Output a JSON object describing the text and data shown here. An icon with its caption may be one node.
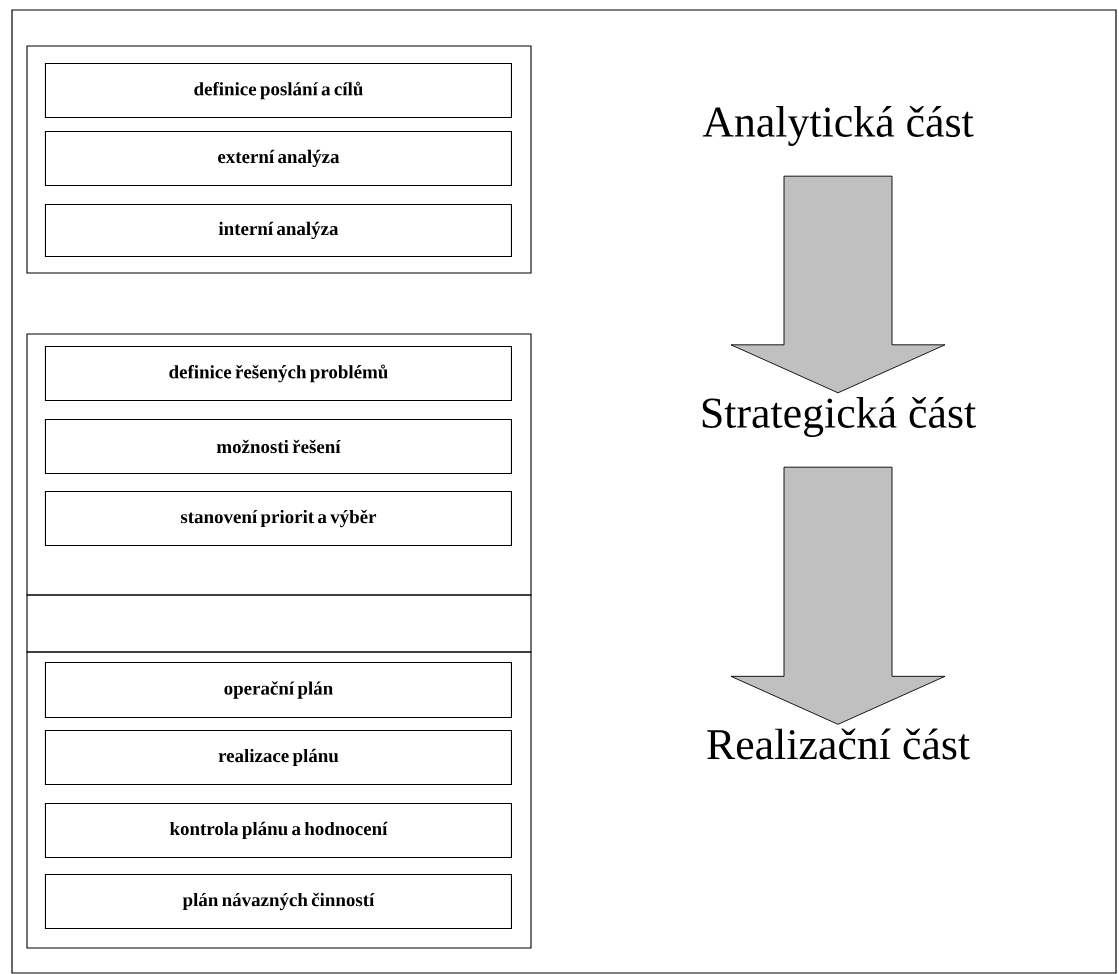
{
  "diagram": {
    "nodes": [
      {
        "text": [],
        "shape": "box"
      },
      {
        "text": [
          "definice poslání a cílů"
        ],
        "in": 0
      },
      {
        "text": [
          "externí analýza"
        ],
        "in": 0
      },
      {
        "text": [
          "interní analýza"
        ],
        "in": 0
      },
      {
        "text": [],
        "shape": "box"
      },
      {
        "text": [
          "definice řešených problémů"
        ],
        "in": 4
      },
      {
        "text": [
          "možnosti řešení"
        ],
        "in": 4
      },
      {
        "text": [
          "stanovení priorit a výběr"
        ],
        "in": 4
      },
      {
        "text": [],
        "shape": "box"
      },
      {
        "text": [],
        "shape": "box"
      },
      {
        "text": [
          "operační plán"
        ],
        "in": 9
      },
      {
        "text": [
          "realizace plánu"
        ],
        "in": 9
      },
      {
        "text": [
          "kontrola plánu a hodnocení"
        ],
        "in": 9
      },
      {
        "text": [
          "plán návazných činností"
        ],
        "in": 9
      },
      {
        "text": [
          "Analytická část"
        ]
      },
      {
        "text": [
          "Strategická část"
        ]
      },
      {
        "text": [
          "Realizační část"
        ]
      }
    ],
    "edges": [
      {
        "from": 14,
        "to": 15,
        "arrow": "to"
      },
      {
        "from": 15,
        "to": 16,
        "arrow": "to"
      }
    ]
  }
}
